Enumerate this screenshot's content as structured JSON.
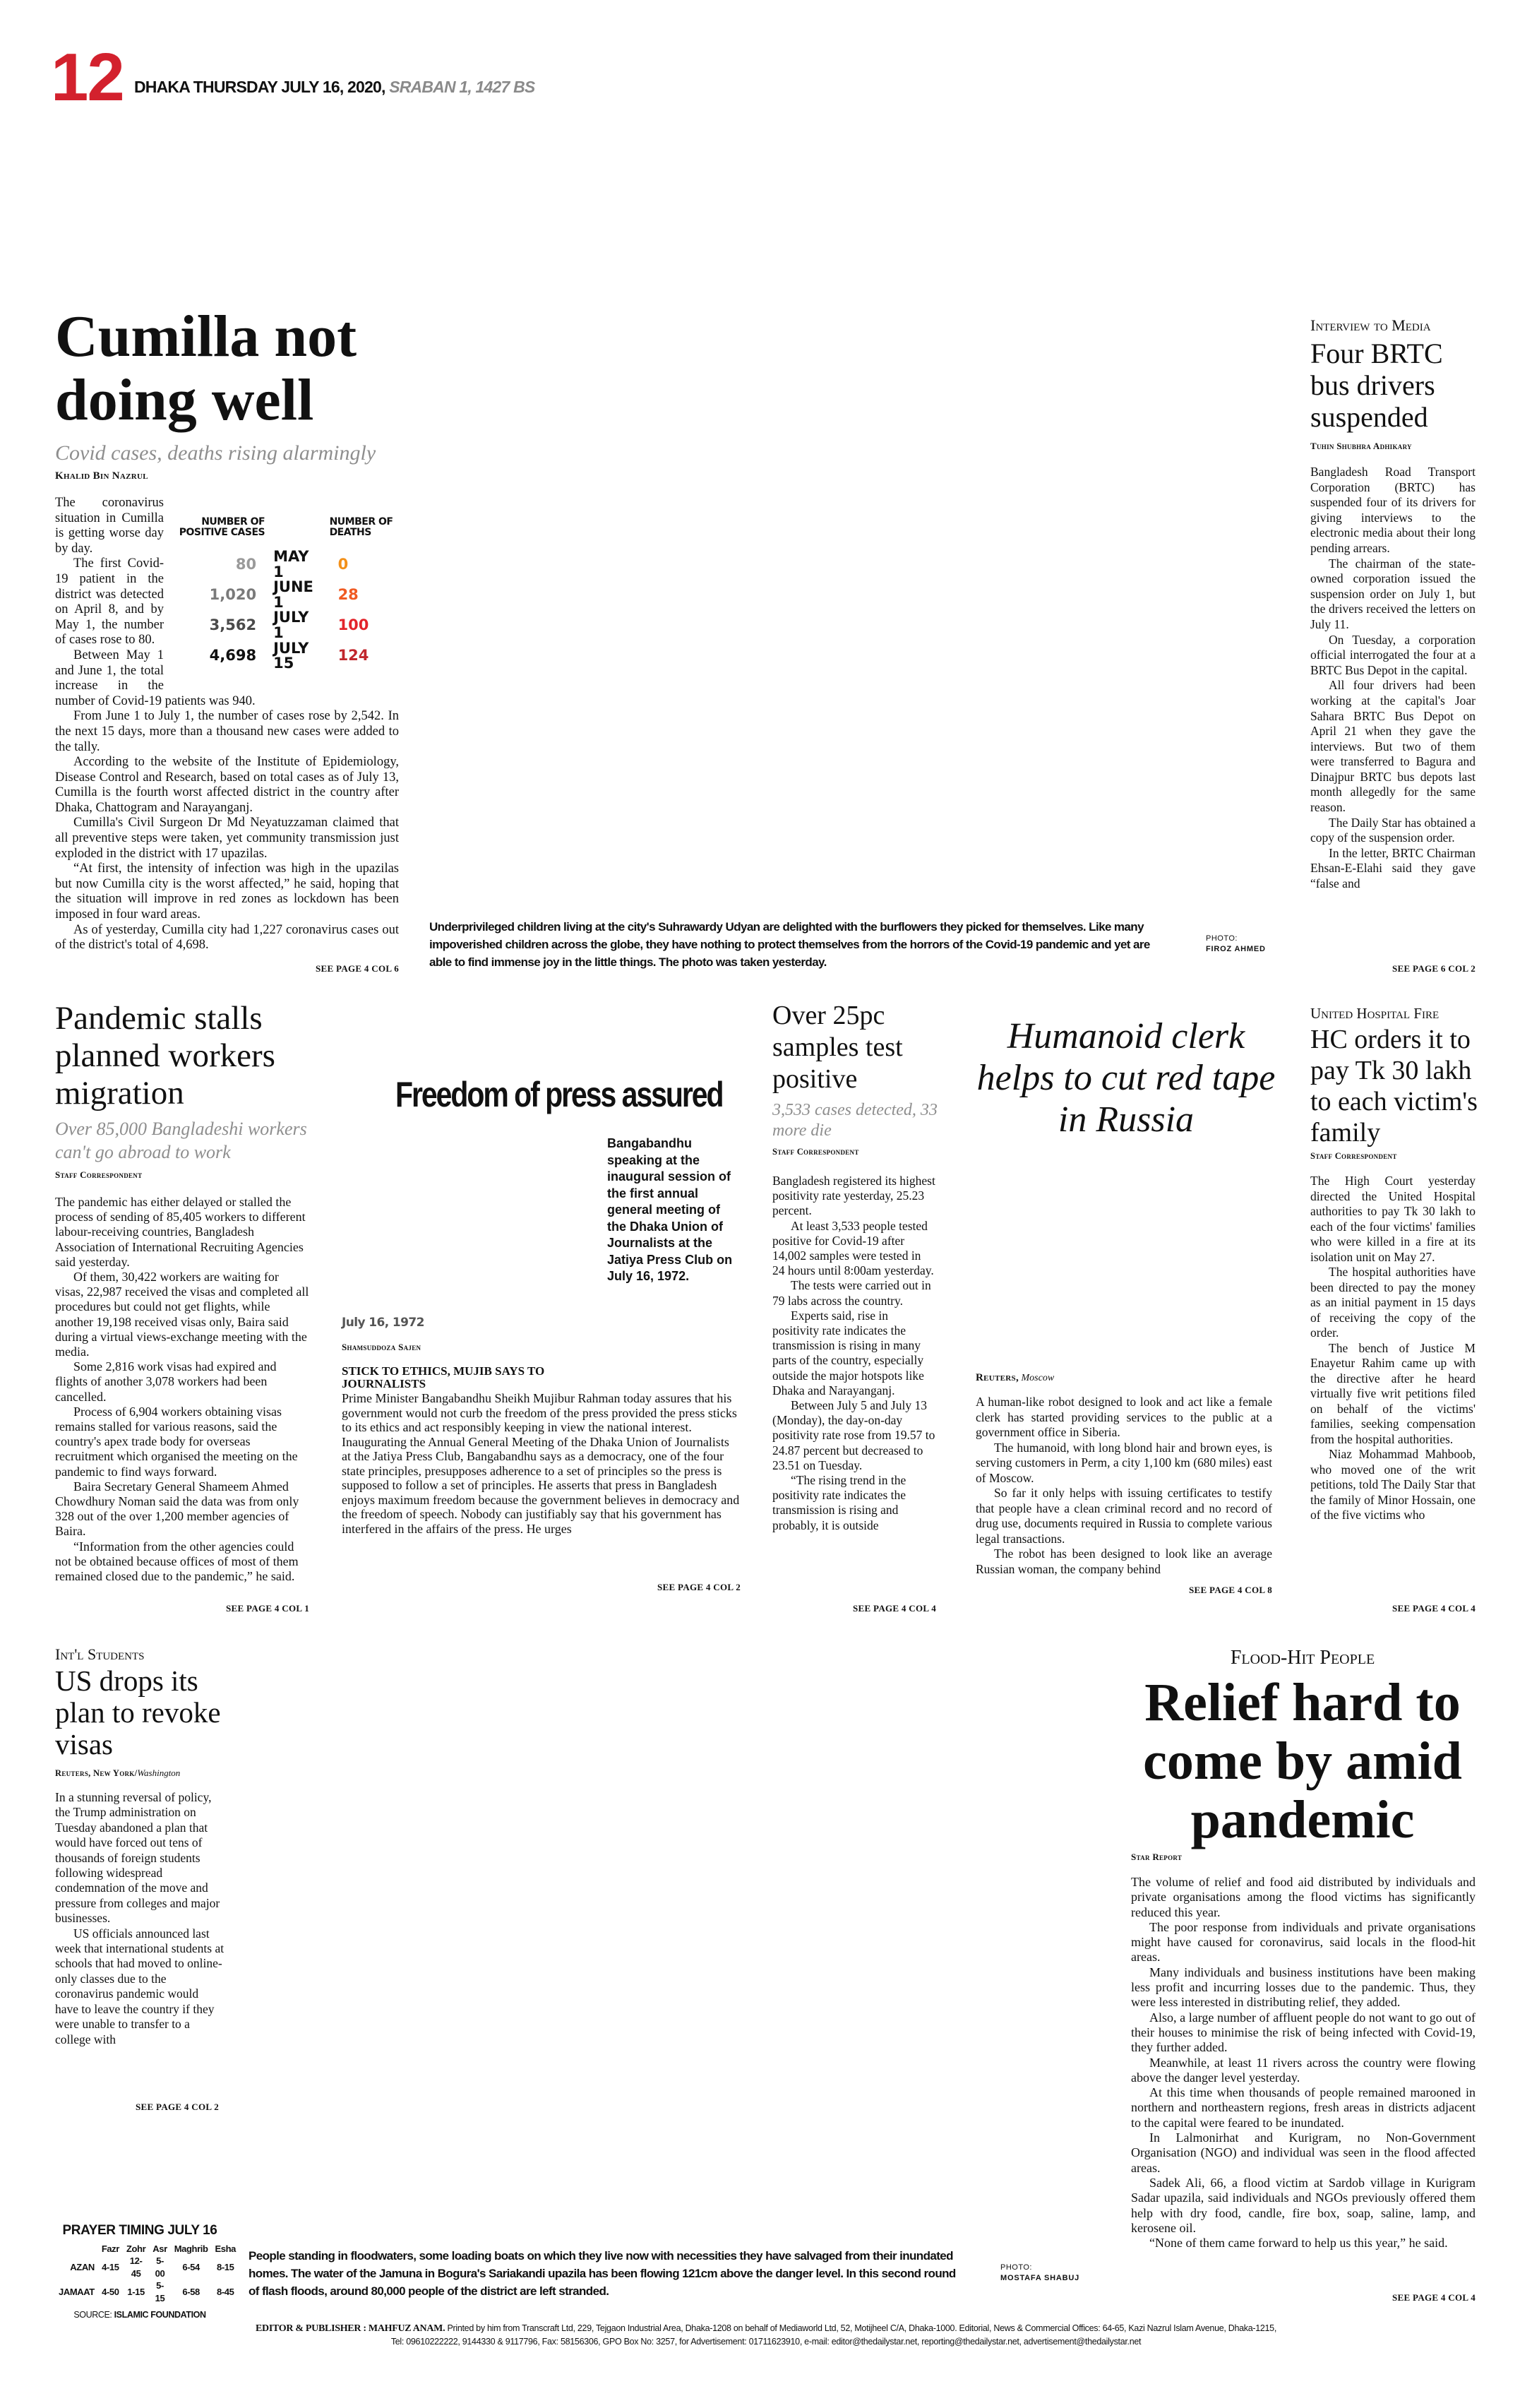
{
  "masthead": {
    "page_number": "12",
    "date": "DHAKA THURSDAY JULY 16, 2020,",
    "bangla_date": "SRABAN 1, 1427 BS"
  },
  "colors": {
    "page_number": "#d3212d",
    "deaths_may1": "#f39019",
    "deaths_june1": "#f05a22",
    "deaths_july1": "#e3242b",
    "deaths_july15": "#c1272d"
  },
  "cumilla": {
    "headline": "Cumilla not doing well",
    "subtitle": "Covid cases, deaths rising alarmingly",
    "byline": "Khalid Bin Nazrul",
    "table": {
      "col_cases": "NUMBER OF POSITIVE CASES",
      "col_deaths": "NUMBER OF DEATHS",
      "rows": [
        {
          "cases": "80",
          "date": "MAY 1",
          "deaths": "0"
        },
        {
          "cases": "1,020",
          "date": "JUNE 1",
          "deaths": "28"
        },
        {
          "cases": "3,562",
          "date": "JULY 1",
          "deaths": "100"
        },
        {
          "cases": "4,698",
          "date": "JULY 15",
          "deaths": "124"
        }
      ]
    },
    "body": [
      "The coronavirus situation in Cumilla is getting worse day by day.",
      "The first Covid-19 patient in the district was detected on April 8, and by May 1, the number of cases rose to 80.",
      "Between May 1 and June 1, the total increase in the number of Covid-19 patients was 940.",
      "From June 1 to July 1, the number of cases rose by 2,542. In the next 15 days, more than a thousand new cases were added to the tally.",
      "According to the website of the Institute of Epidemiology, Disease Control and Research, based on total cases as of July 13, Cumilla is the fourth worst affected district in the country after Dhaka, Chattogram and Narayanganj.",
      "Cumilla's Civil Surgeon Dr Md Neyatuzzaman claimed that all preventive steps were taken, yet community transmission just exploded in the district with 17 upazilas.",
      "“At first, the intensity of infection was high in the upazilas but now Cumilla city is the worst affected,” he said, hoping that the situation will improve in red zones as lockdown has been imposed in four ward areas.",
      "As of yesterday, Cumilla city had 1,227 coronavirus cases out of the district's total of 4,698."
    ],
    "see": "SEE PAGE 4 COL 6"
  },
  "photo1": {
    "caption": "Underprivileged children living at the city's Suhrawardy Udyan are delighted with the burflowers they picked for themselves. Like many impoverished children across the globe, they have nothing to protect themselves from the horrors of the Covid-19 pandemic and yet are able to find immense joy in the little things. The photo was taken yesterday.",
    "credit_label": "PHOTO:",
    "credit": "FIROZ AHMED"
  },
  "brtc": {
    "kicker": "Interview to Media",
    "headline": "Four BRTC bus drivers suspended",
    "byline": "Tuhin Shubhra Adhikary",
    "body": [
      "Bangladesh Road Transport Corporation (BRTC) has suspended four of its drivers for giving interviews to the electronic media about their long pending arrears.",
      "The chairman of the state-owned corporation issued the suspension order on July 1, but the drivers received the letters on July 11.",
      "On Tuesday, a corporation official interrogated the four at a BRTC Bus Depot in the capital.",
      "All four drivers had been working at the capital's Joar Sahara BRTC Bus Depot on April 21 when they gave the interviews. But two of them were transferred to Bagura and Dinajpur BRTC bus depots last month allegedly for the same reason.",
      "The Daily Star has obtained a copy of the suspension order.",
      "In the letter, BRTC Chairman Ehsan-E-Elahi said they gave “false and"
    ],
    "see": "SEE PAGE 6 COL 2"
  },
  "migration": {
    "headline": "Pandemic stalls planned workers migration",
    "subtitle": "Over 85,000 Bangladeshi workers can't go abroad to work",
    "byline": "Staff Correspondent",
    "body": [
      "The pandemic has either delayed or stalled the process of sending of 85,405 workers to different labour-receiving countries, Bangladesh Association of International Recruiting Agencies said yesterday.",
      "Of them, 30,422 workers are waiting for visas, 22,987 received the visas and completed all procedures but could not get flights, while another 19,198 received visas only, Baira said during a virtual views-exchange meeting with the media.",
      "Some 2,816 work visas had expired and flights of another 3,078 workers had been cancelled.",
      "Process of 6,904 workers obtaining visas remains stalled for various reasons, said the country's apex trade body for overseas recruitment which organised the meeting on the pandemic to find ways forward.",
      "Baira Secretary General Shameem Ahmed Chowdhury Noman said the data was from only 328 out of the over 1,200 member agencies of Baira.",
      "“Information from the other agencies could not be obtained because offices of most of them remained closed due to the pandemic,” he said."
    ],
    "see": "SEE PAGE 4 COL 1"
  },
  "freedom": {
    "headline": "Freedom of press assured",
    "photo_caption": "Bangabandhu speaking at the inaugural session of the first annual general meeting of the Dhaka Union of Journalists at the Jatiya Press Club on July 16, 1972.",
    "date": "July 16, 1972",
    "byline": "Shamsuddoza Sajen",
    "subhead": "STICK TO ETHICS, MUJIB SAYS TO JOURNALISTS",
    "body": [
      "Prime Minister Bangabandhu Sheikh Mujibur Rahman today assures that his government would not curb the freedom of the press provided the press sticks to its ethics and act responsibly keeping in view the national interest. Inaugurating the Annual General Meeting of the Dhaka Union of Journalists at the Jatiya Press Club, Bangabandhu says as a democracy, one of the four state principles, presupposes adherence to a set of principles so the press is supposed to follow a set of principles. He asserts that press in Bangladesh enjoys maximum freedom because the government believes in democracy and the freedom of speech. Nobody can justifiably say that his government has interfered in the affairs of the press. He urges"
    ],
    "see": "SEE PAGE 4 COL 2"
  },
  "positivity": {
    "headline": "Over 25pc samples test positive",
    "subtitle": "3,533 cases detected, 33 more die",
    "byline": "Staff Correspondent",
    "body": [
      "Bangladesh registered its highest positivity rate yesterday, 25.23 percent.",
      "At least 3,533 people tested positive for Covid-19 after 14,002 samples were tested in 24 hours until 8:00am yesterday.",
      "The tests were carried out in 79 labs across the country.",
      "Experts said, rise in positivity rate indicates the transmission is rising in many parts of the country, especially outside the major hotspots like Dhaka and Narayanganj.",
      "Between July 5 and July 13 (Monday), the day-on-day positivity rate rose from 19.57 to 24.87 percent but decreased to 23.51 on Tuesday.",
      "“The rising trend in the positivity rate indicates the transmission is rising and probably, it is outside"
    ],
    "see": "SEE PAGE 4 COL 4"
  },
  "humanoid": {
    "headline": "Humanoid clerk helps to cut red tape in Russia",
    "byline_agency": "Reuters,",
    "byline_place": "Moscow",
    "body": [
      "A human-like robot designed to look and act like a female clerk has started providing services to the public at a government office in Siberia.",
      "The humanoid, with long blond hair and brown eyes, is serving customers in Perm, a city 1,100 km (680 miles) east of Moscow.",
      "So far it only helps with issuing certificates to testify that people have a clean criminal record and no record of drug use, documents required in Russia to complete various legal transactions.",
      "The robot has been designed to look like an average Russian woman, the company behind"
    ],
    "see": "SEE PAGE 4 COL 8"
  },
  "hospital": {
    "kicker": "United Hospital Fire",
    "headline": "HC orders it to pay Tk 30 lakh to each victim's family",
    "byline": "Staff Correspondent",
    "body": [
      "The High Court yesterday directed the United Hospital authorities to pay Tk 30 lakh to each of the four victims' families who were killed in a fire at its isolation unit on May 27.",
      "The hospital authorities have been directed to pay the money as an initial payment in 15 days of receiving the copy of the order.",
      "The bench of Justice M Enayetur Rahim came up with the directive after he heard virtually five writ petitions filed on behalf of the victims' families, seeking compensation from the hospital authorities.",
      "Niaz Mohammad Mahboob, who moved one of the writ petitions, told The Daily Star that the family of Minor Hossain, one of the five victims who"
    ],
    "see": "SEE PAGE 4 COL 4"
  },
  "visas": {
    "kicker": "Int'l Students",
    "headline": "US drops its plan to revoke visas",
    "byline_agency": "Reuters, New York/",
    "byline_place": "Washington",
    "body": [
      "In a stunning reversal of policy, the Trump administration on Tuesday abandoned a plan that would have forced out tens of thousands of foreign students following widespread condemnation of the move and pressure from colleges and major businesses.",
      "US officials announced last week that international students at schools that had moved to online-only classes due to the coronavirus pandemic would have to leave the country if they were unable to transfer to a college with"
    ],
    "see": "SEE PAGE 4 COL 2"
  },
  "relief": {
    "kicker": "Flood-Hit People",
    "headline": "Relief hard to come by amid pandemic",
    "byline": "Star Report",
    "body": [
      "The volume of relief and food aid distributed by individuals and private organisations among the flood victims has significantly reduced this year.",
      "The poor response from individuals and private organisations might have caused for coronavirus, said locals in the flood-hit areas.",
      "Many individuals and business institutions have been making less profit and incurring losses due to the pandemic. Thus, they were less interested in distributing relief, they added.",
      "Also, a large number of affluent people do not want to go out of their houses to minimise the risk of being infected with Covid-19, they further added.",
      "Meanwhile, at least 11 rivers across the country were flowing above the danger level yesterday.",
      "At this time when thousands of people remained marooned in northern and northeastern regions, fresh areas in districts adjacent to the capital were feared to be inundated.",
      "In Lalmonirhat and Kurigram, no Non-Government Organisation (NGO) and individual was seen in the flood affected areas.",
      "Sadek Ali, 66, a flood victim at Sardob village in Kurigram Sadar upazila, said individuals and NGOs previously offered them help with dry food, candle, fire box, soap, saline, lamp, and kerosene oil.",
      "“None of them came forward to help us this year,” he said."
    ],
    "see": "SEE PAGE 4 COL 4"
  },
  "prayer": {
    "title": "PRAYER TIMING JULY 16",
    "prayers": [
      "Fazr",
      "Zohr",
      "Asr",
      "Maghrib",
      "Esha"
    ],
    "azan_label": "AZAN",
    "azan": [
      "4-15",
      "12-45",
      "5-00",
      "6-54",
      "8-15"
    ],
    "jamaat_label": "JAMAAT",
    "jamaat": [
      "4-50",
      "1-15",
      "5-15",
      "6-58",
      "8-45"
    ],
    "source_label": "SOURCE:",
    "source": "ISLAMIC FOUNDATION"
  },
  "photo2": {
    "caption": "People standing in floodwaters, some loading boats on which they live now with necessities they have salvaged from their inundated homes. The water of the Jamuna in Bogura's Sariakandi upazila has been flowing 121cm above the danger level. In this second round of flash floods, around 80,000 people of the district are left stranded.",
    "credit_label": "PHOTO:",
    "credit": "MOSTAFA SHABUJ"
  },
  "footer": {
    "editor": "EDITOR & PUBLISHER : MAHFUZ ANAM.",
    "line1": "Printed by him from Transcraft Ltd, 229, Tejgaon Industrial Area, Dhaka-1208 on behalf of Mediaworld Ltd, 52, Motijheel C/A, Dhaka-1000. Editorial, News & Commercial Offices: 64-65, Kazi Nazrul Islam Avenue, Dhaka-1215,",
    "line2": "Tel: 09610222222, 9144330 & 9117796, Fax: 58156306, GPO Box No: 3257, for Advertisement: 01711623910, e-mail: editor@thedailystar.net, reporting@thedailystar.net, advertisement@thedailystar.net"
  }
}
